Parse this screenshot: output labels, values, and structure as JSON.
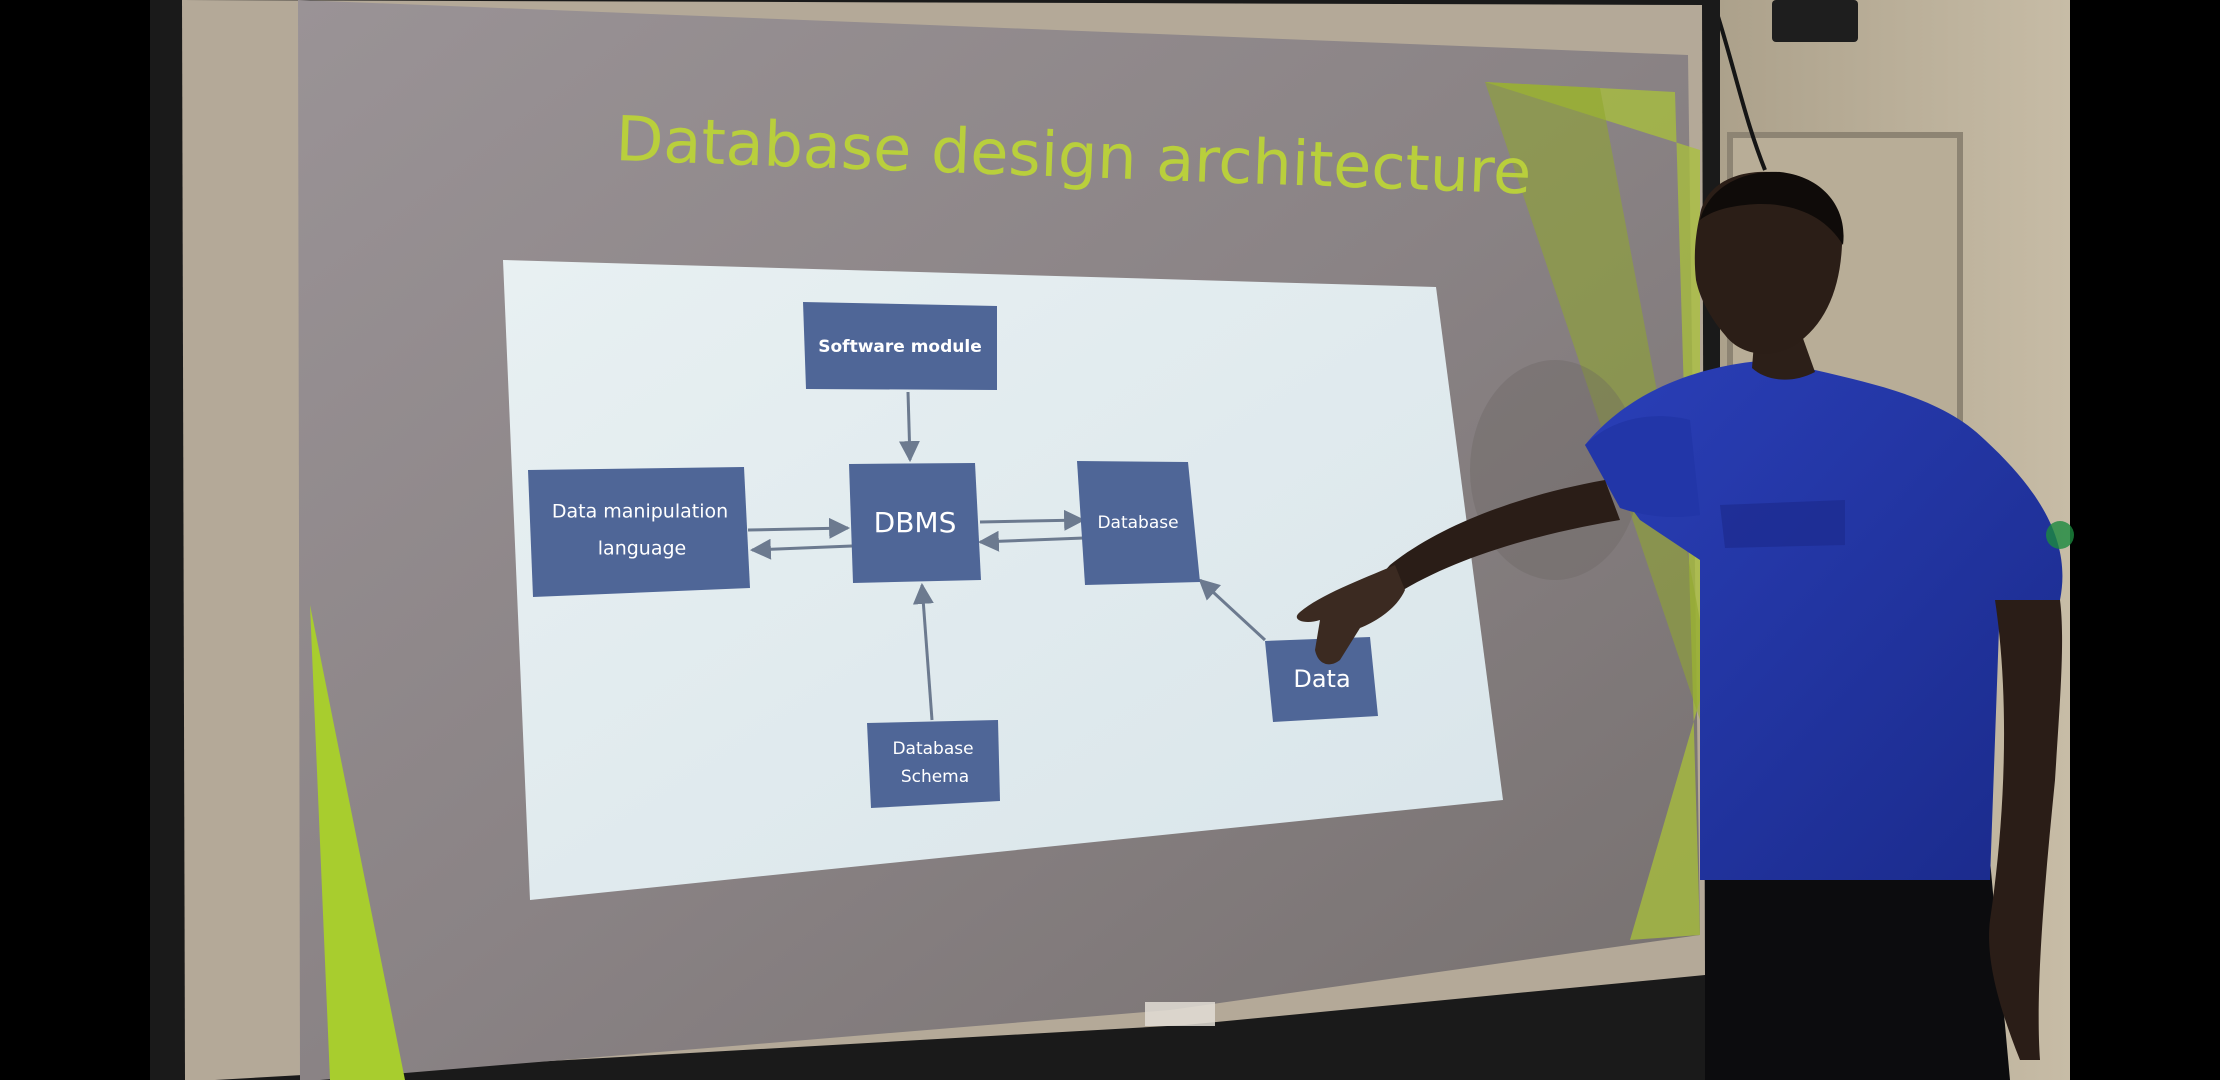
{
  "slide": {
    "title": "Database design architecture",
    "accent_color": "#b9cf3c",
    "box_color": "#4f6697"
  },
  "diagram": {
    "nodes": {
      "software_module": "Software module",
      "dml_line1": "Data manipulation",
      "dml_line2": "language",
      "dbms": "DBMS",
      "database": "Database",
      "data": "Data",
      "schema_line1": "Database",
      "schema_line2": "Schema"
    },
    "edges": [
      {
        "from": "Software module",
        "to": "DBMS"
      },
      {
        "from": "Data manipulation language",
        "to": "DBMS"
      },
      {
        "from": "DBMS",
        "to": "Data manipulation language"
      },
      {
        "from": "DBMS",
        "to": "Database"
      },
      {
        "from": "Database",
        "to": "DBMS"
      },
      {
        "from": "Data",
        "to": "Database"
      },
      {
        "from": "Database Schema",
        "to": "DBMS"
      }
    ]
  }
}
